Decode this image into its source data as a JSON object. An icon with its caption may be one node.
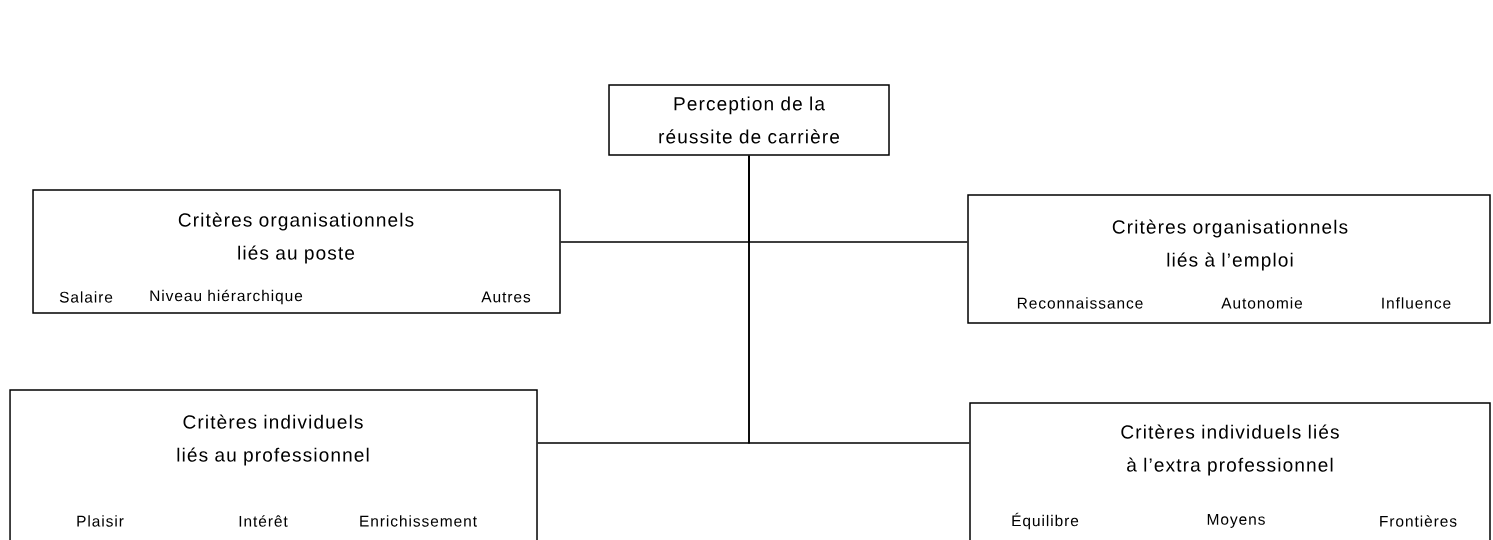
{
  "diagram": {
    "nodes": [
      {
        "text": [
          "Perception de la réussite de carrière"
        ]
      },
      {
        "text": [
          "Critères organisationnels liés au poste",
          "Salaire",
          "Niveau hiérarchique",
          "Autres"
        ]
      },
      {
        "text": [
          "Critères organisationnels liés à l’emploi",
          "Reconnaissance",
          "Autonomie",
          "Influence"
        ]
      },
      {
        "text": [
          "Critères individuels liés au professionnel",
          "Plaisir",
          "Intérêt",
          "Enrichissement"
        ]
      },
      {
        "text": [
          "Critères individuels liés à l’extra professionnel",
          "Équilibre",
          "Moyens",
          "Frontières"
        ]
      }
    ],
    "edges": [
      {
        "from": 0,
        "to": 1,
        "arrow": "none"
      },
      {
        "from": 0,
        "to": 2,
        "arrow": "none"
      },
      {
        "from": 0,
        "to": 3,
        "arrow": "none"
      },
      {
        "from": 0,
        "to": 4,
        "arrow": "none"
      }
    ]
  }
}
